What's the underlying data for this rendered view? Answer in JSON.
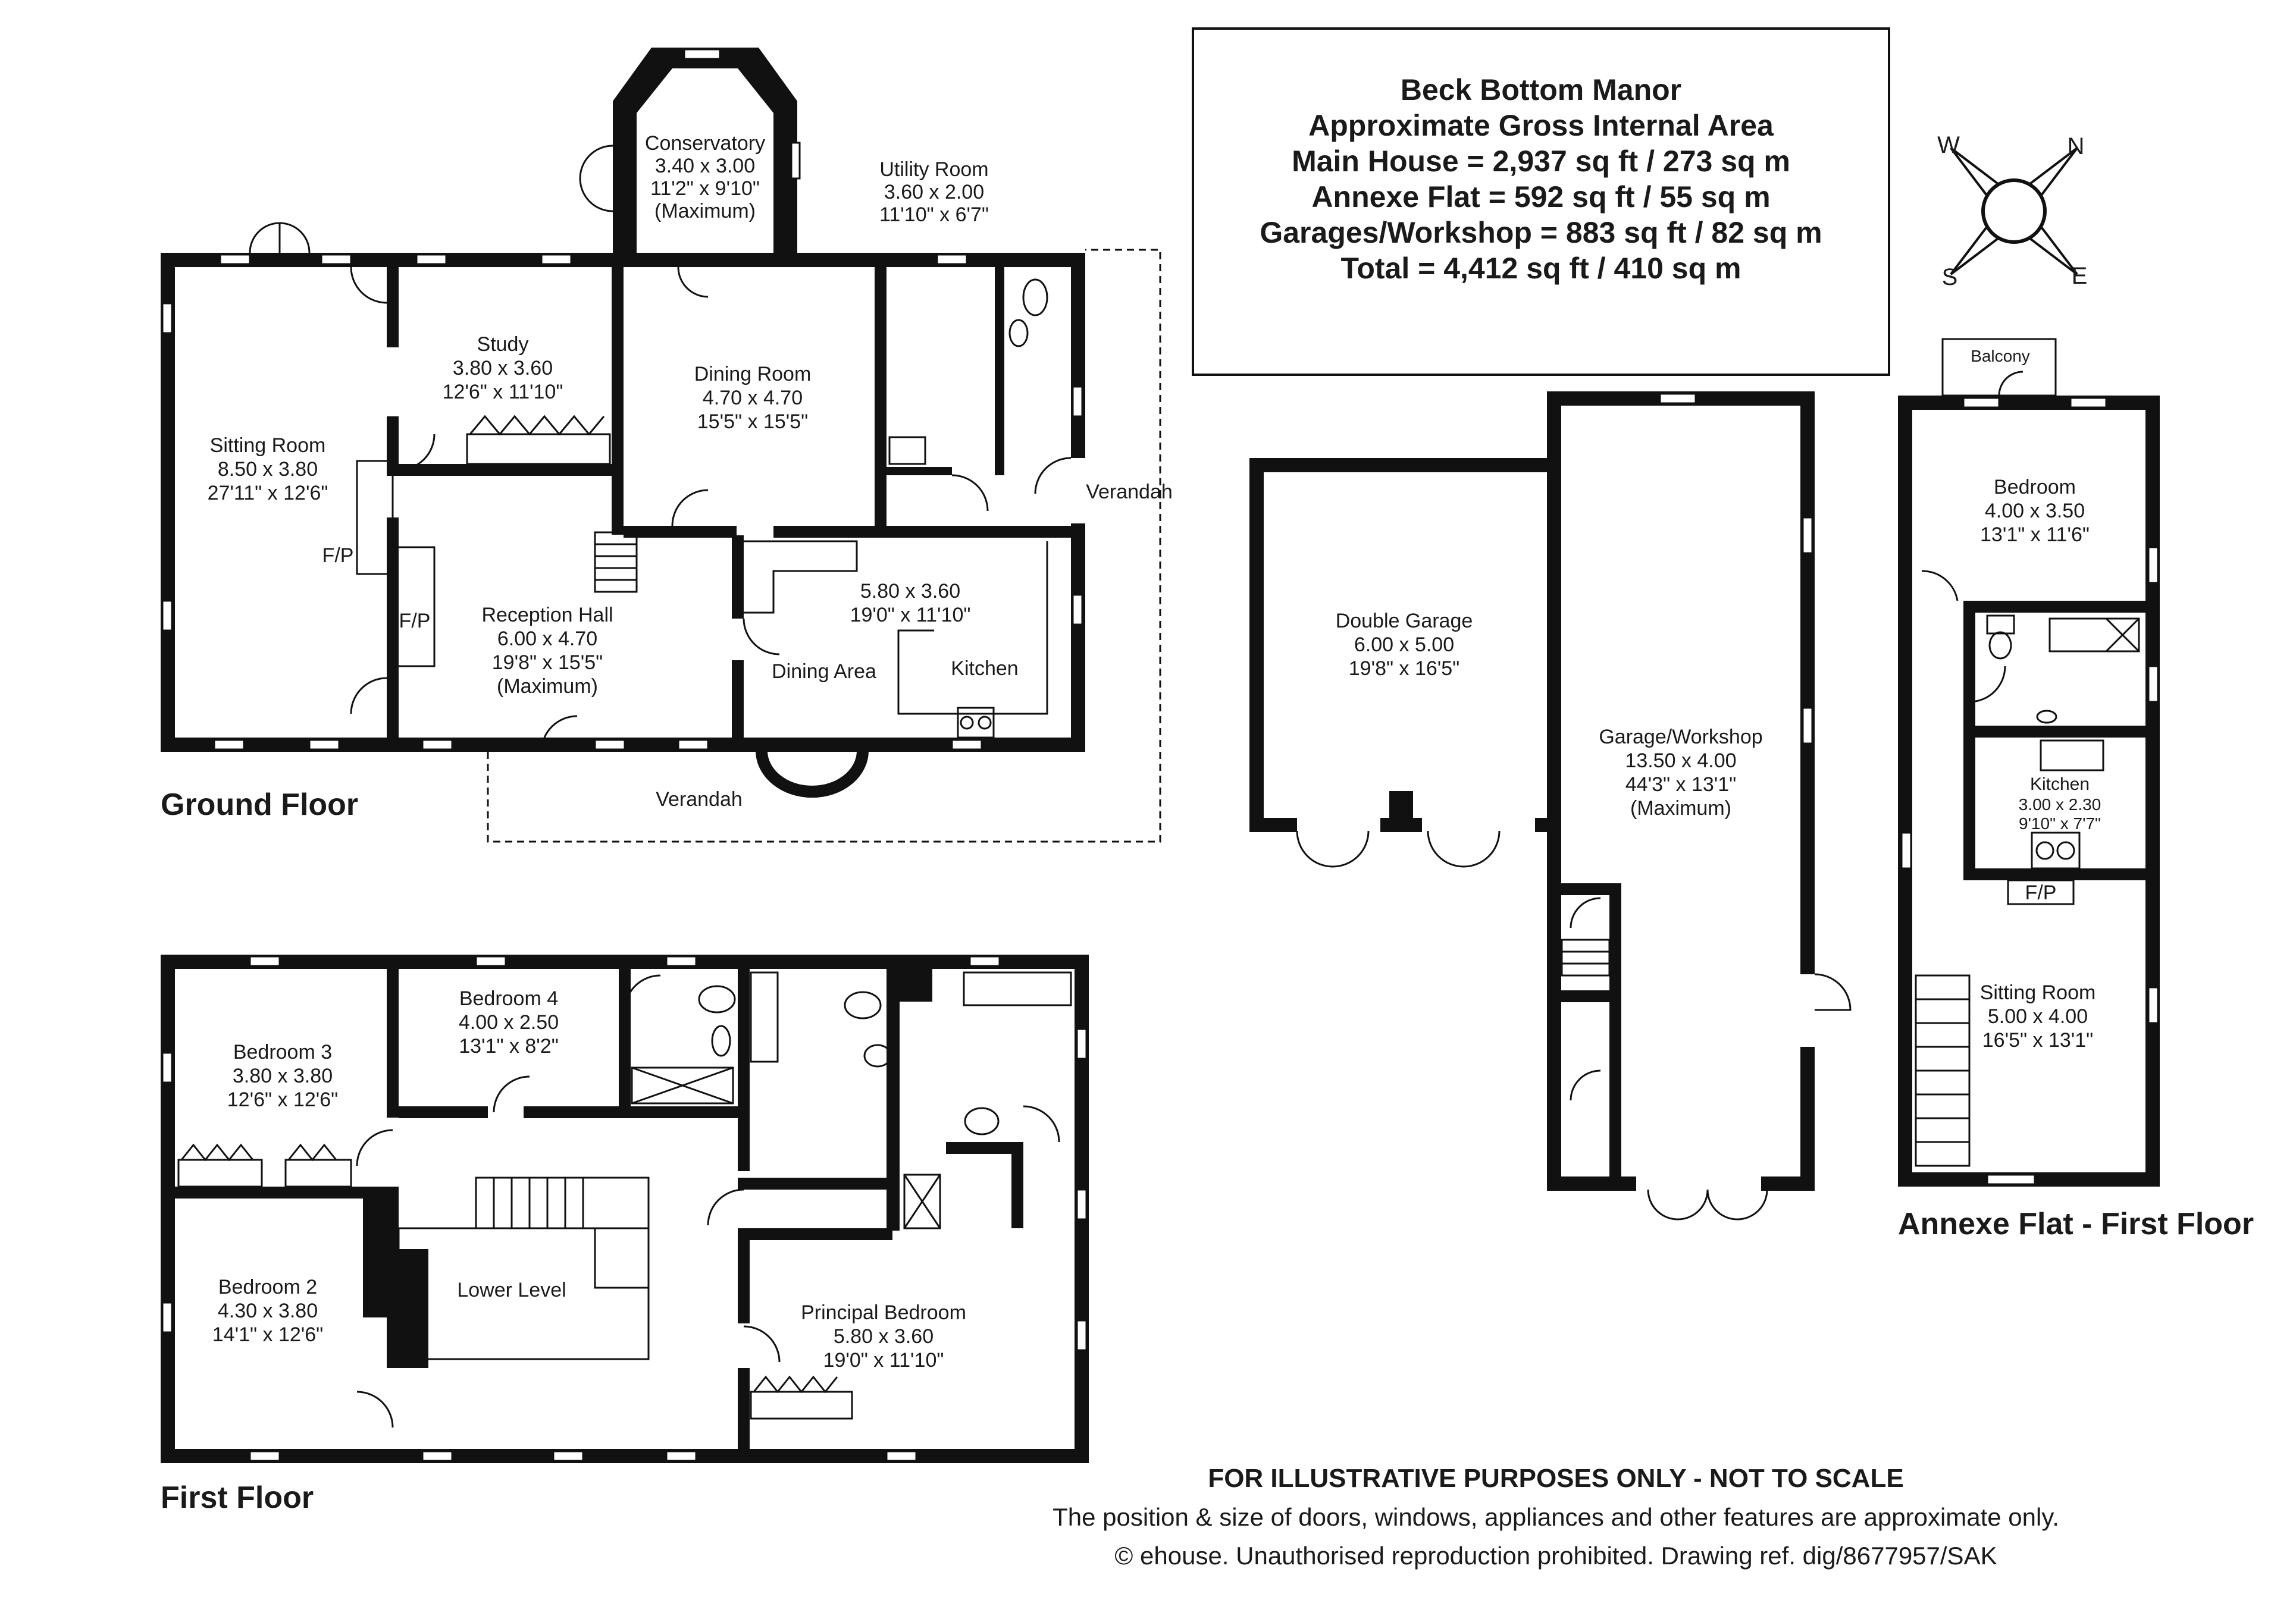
{
  "title_block": {
    "name": "Beck Bottom Manor",
    "subtitle": "Approximate Gross Internal Area",
    "line1": "Main House = 2,937 sq ft / 273 sq m",
    "line2": "Annexe Flat = 592 sq ft / 55 sq m",
    "line3": "Garages/Workshop = 883 sq ft / 82 sq m",
    "line4": "Total = 4,412 sq ft / 410 sq m"
  },
  "compass": {
    "w": "W",
    "n": "N",
    "s": "S",
    "e": "E"
  },
  "floors": {
    "ground": "Ground Floor",
    "first": "First Floor",
    "annexe": "Annexe Flat - First Floor"
  },
  "ground": {
    "conservatory": {
      "name": "Conservatory",
      "m": "3.40 x 3.00",
      "ft": "11'2\" x 9'10\"",
      "note": "(Maximum)"
    },
    "utility": {
      "name": "Utility Room",
      "m": "3.60 x 2.00",
      "ft": "11'10\" x 6'7\""
    },
    "study": {
      "name": "Study",
      "m": "3.80 x 3.60",
      "ft": "12'6\" x 11'10\""
    },
    "dining": {
      "name": "Dining Room",
      "m": "4.70 x 4.70",
      "ft": "15'5\" x 15'5\""
    },
    "sitting": {
      "name": "Sitting Room",
      "m": "8.50 x 3.80",
      "ft": "27'11\" x 12'6\""
    },
    "reception": {
      "name": "Reception Hall",
      "m": "6.00 x 4.70",
      "ft": "19'8\" x 15'5\"",
      "note": "(Maximum)"
    },
    "kitchen_dims": {
      "m": "5.80 x 3.60",
      "ft": "19'0\" x 11'10\""
    },
    "dining_area": "Dining Area",
    "kitchen": "Kitchen",
    "verandah_side": "Verandah",
    "verandah_front": "Verandah",
    "fp1": "F/P",
    "fp2": "F/P"
  },
  "first": {
    "bedroom3": {
      "name": "Bedroom 3",
      "m": "3.80 x 3.80",
      "ft": "12'6\" x 12'6\""
    },
    "bedroom4": {
      "name": "Bedroom 4",
      "m": "4.00 x 2.50",
      "ft": "13'1\" x 8'2\""
    },
    "bedroom2": {
      "name": "Bedroom 2",
      "m": "4.30 x 3.80",
      "ft": "14'1\" x 12'6\""
    },
    "lower": "Lower Level",
    "principal": {
      "name": "Principal Bedroom",
      "m": "5.80 x 3.60",
      "ft": "19'0\" x 11'10\""
    }
  },
  "outbuildings": {
    "double_garage": {
      "name": "Double Garage",
      "m": "6.00 x 5.00",
      "ft": "19'8\" x 16'5\""
    },
    "workshop": {
      "name": "Garage/Workshop",
      "m": "13.50 x 4.00",
      "ft": "44'3\" x 13'1\"",
      "note": "(Maximum)"
    }
  },
  "annexe": {
    "balcony": "Balcony",
    "bedroom": {
      "name": "Bedroom",
      "m": "4.00 x 3.50",
      "ft": "13'1\" x 11'6\""
    },
    "kitchen": {
      "name": "Kitchen",
      "m": "3.00 x 2.30",
      "ft": "9'10\" x 7'7\""
    },
    "fp": "F/P",
    "sitting": {
      "name": "Sitting Room",
      "m": "5.00 x 4.00",
      "ft": "16'5\" x 13'1\""
    }
  },
  "footer": {
    "line1": "FOR ILLUSTRATIVE PURPOSES ONLY - NOT TO SCALE",
    "line2": "The position & size of doors, windows, appliances and other features are approximate only.",
    "line3": "© ehouse. Unauthorised reproduction prohibited. Drawing ref. dig/8677957/SAK"
  }
}
